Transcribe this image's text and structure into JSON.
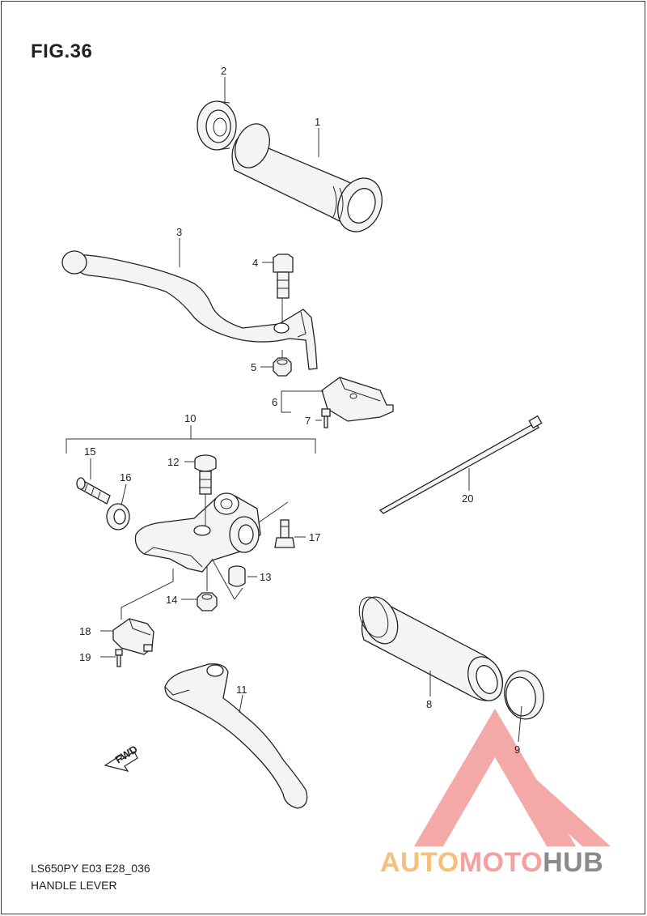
{
  "figure": {
    "title": "FIG.36",
    "model_code": "LS650PY E03 E28_036",
    "name": "HANDLE LEVER"
  },
  "callouts": {
    "c1": "1",
    "c2": "2",
    "c3": "3",
    "c4": "4",
    "c5": "5",
    "c6": "6",
    "c7": "7",
    "c8": "8",
    "c9": "9",
    "c10": "10",
    "c11": "11",
    "c12": "12",
    "c13": "13",
    "c14": "14",
    "c15": "15",
    "c16": "16",
    "c17": "17",
    "c18": "18",
    "c19": "19",
    "c20": "20"
  },
  "fwd_marker": "FWD",
  "watermark": {
    "part_a": "AUTO",
    "part_b": "MOTO",
    "part_c": "HUB",
    "colors": {
      "part_a": "#f7c07a",
      "part_b": "#f5a0a0",
      "part_c": "#8a8a8a",
      "logo": "#f28b8b"
    }
  }
}
